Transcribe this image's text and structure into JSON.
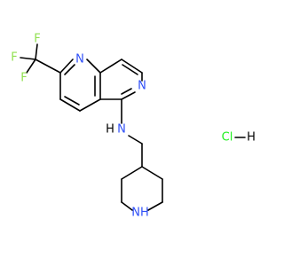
{
  "molecule": {
    "name": "N-(piperidin-4-ylmethyl)-2-(trifluoromethyl)-1,6-naphthyridin-5-amine hydrochloride",
    "atom_colors": {
      "N": "#3050F8",
      "F": "#90E050",
      "Cl": "#1FF01F",
      "H": "#000000",
      "C": "#000000"
    },
    "labels": {
      "F_top": "F",
      "F_left": "F",
      "F_low": "F",
      "N1": "N",
      "N6": "N",
      "NH_amine": "N",
      "H_amine": "H",
      "NH_pip": "NH",
      "HCl_Cl": "Cl",
      "HCl_H": "H"
    }
  }
}
